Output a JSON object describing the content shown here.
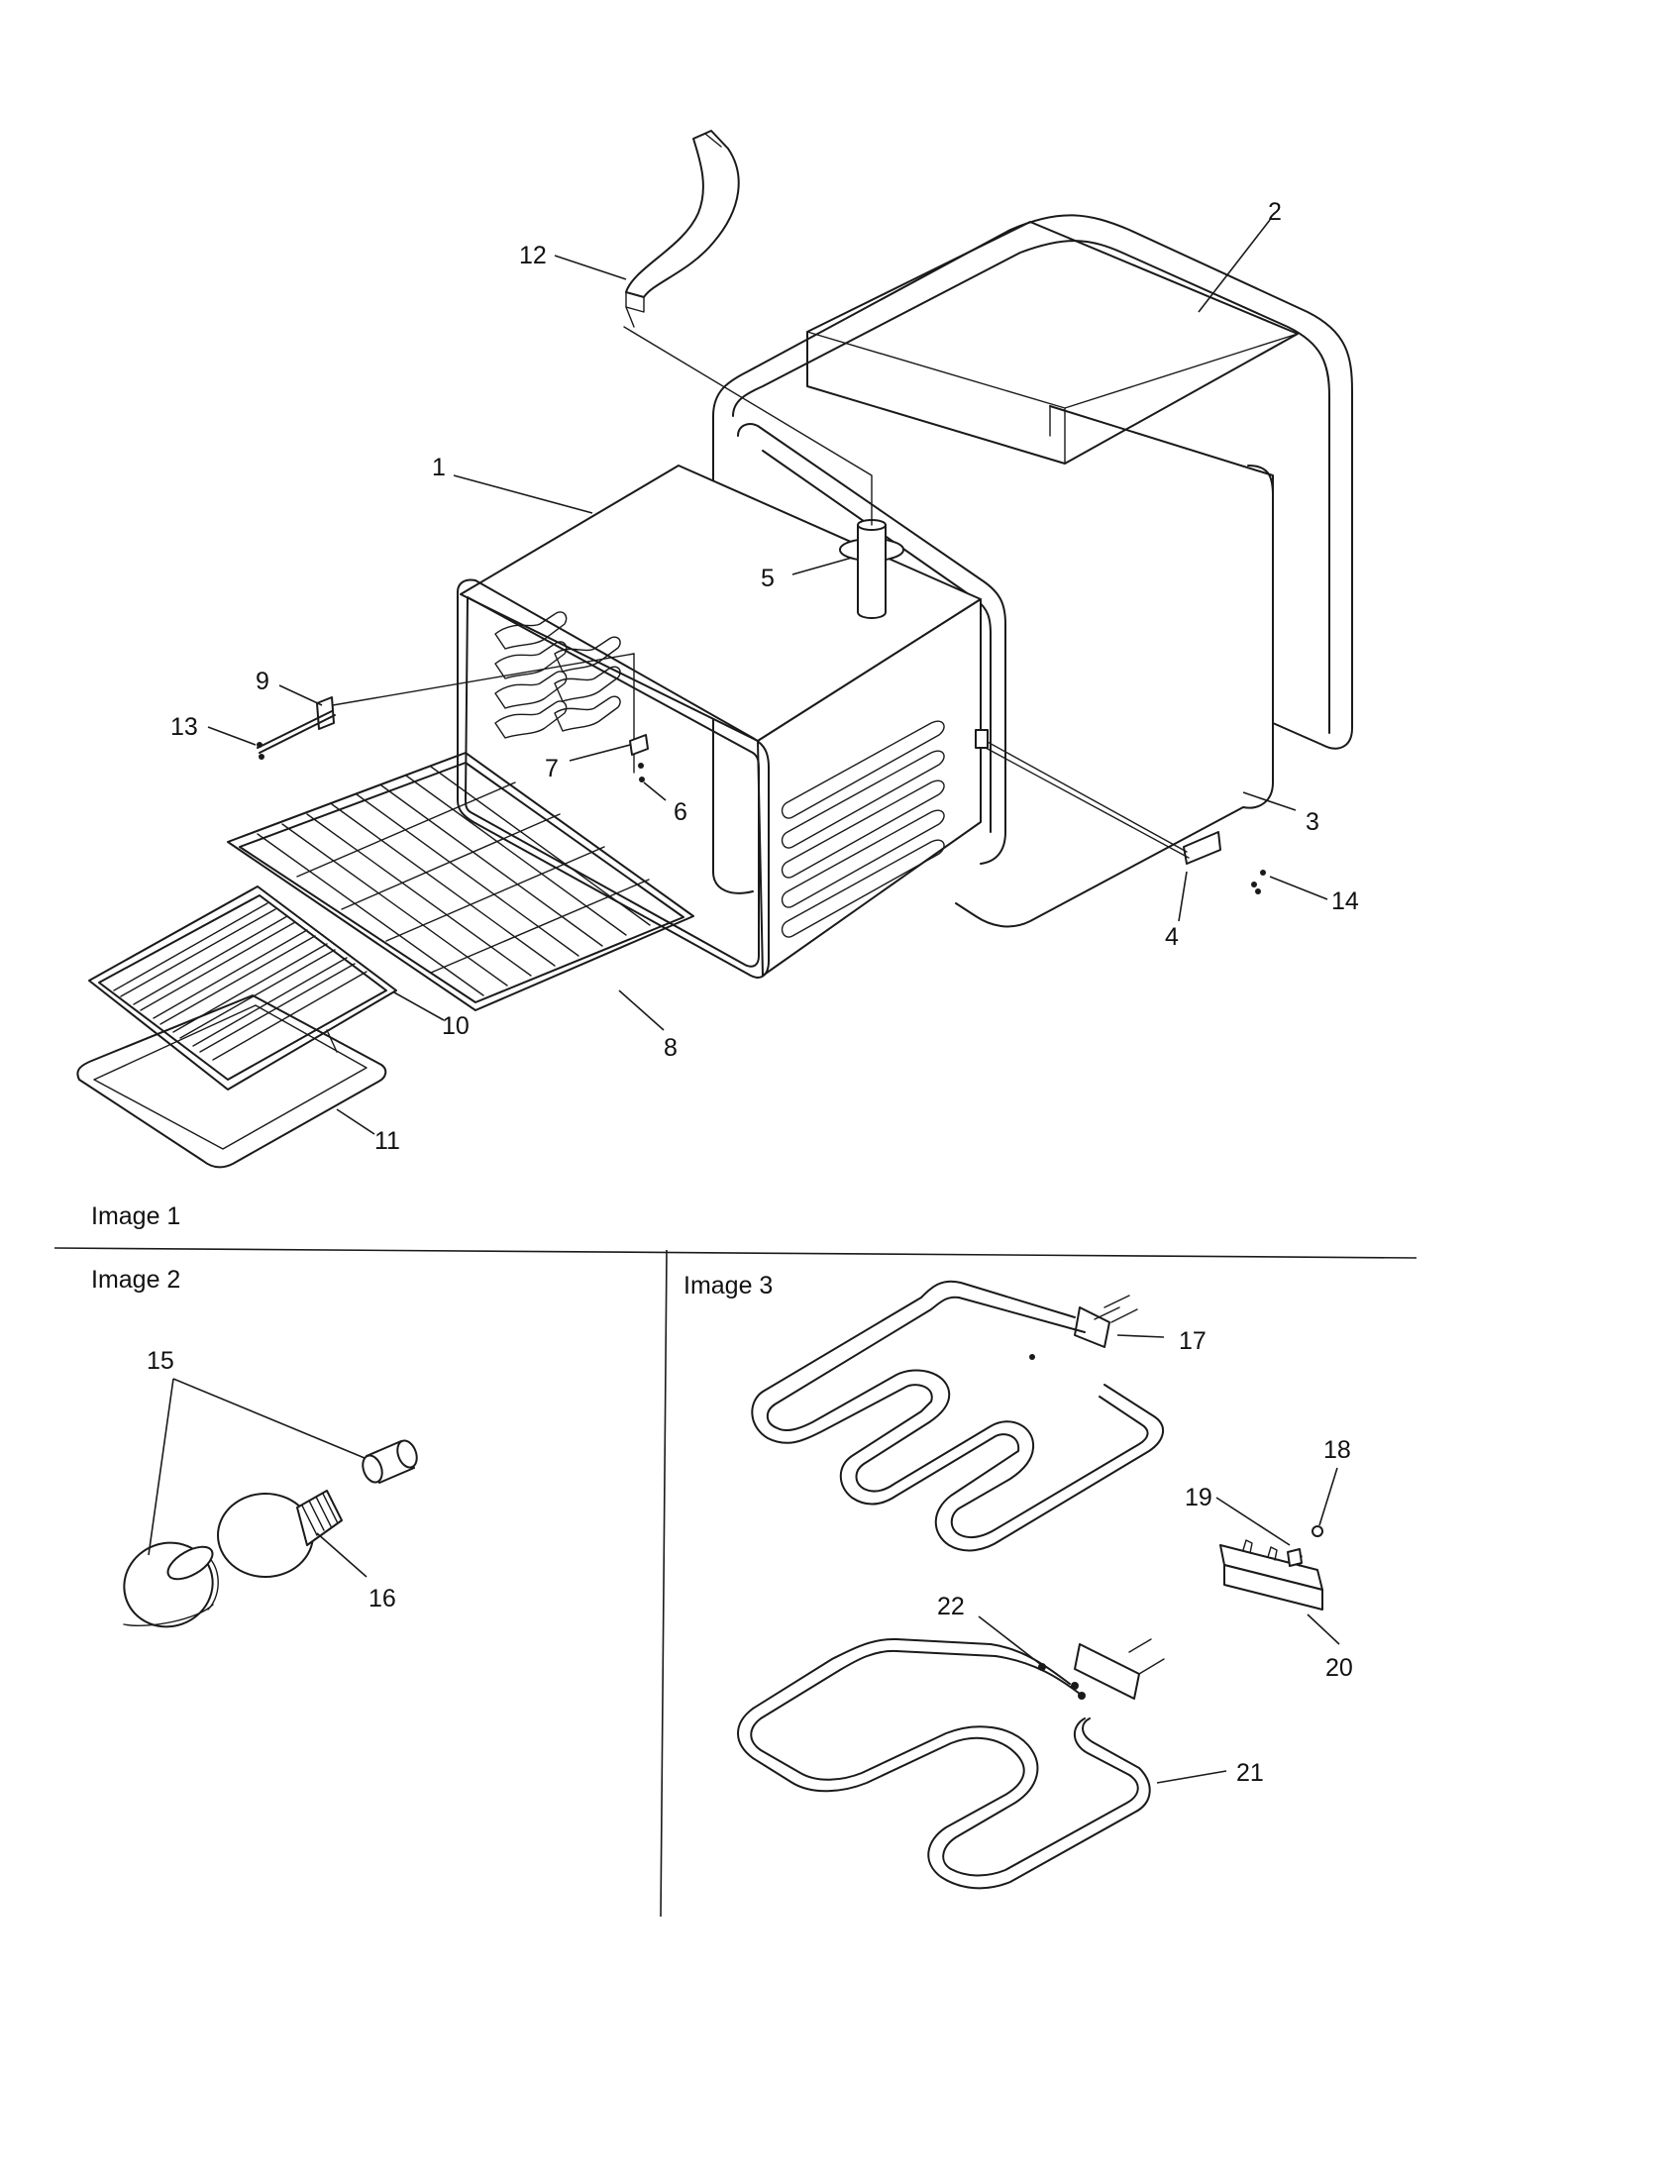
{
  "captions": {
    "image1": "Image 1",
    "image2": "Image 2",
    "image3": "Image 3"
  },
  "callouts": [
    "1",
    "2",
    "3",
    "4",
    "5",
    "6",
    "7",
    "8",
    "9",
    "10",
    "11",
    "12",
    "13",
    "14",
    "15",
    "16",
    "17",
    "18",
    "19",
    "20",
    "21",
    "22"
  ]
}
